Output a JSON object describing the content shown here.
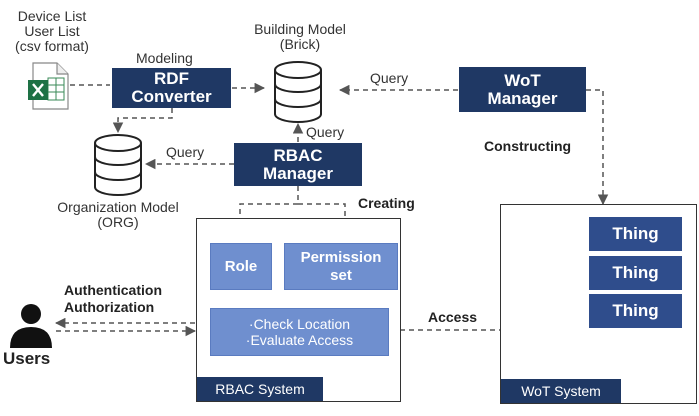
{
  "device_list": {
    "lines": [
      "Device List",
      "User List",
      "(csv format)"
    ],
    "icon": "excel-file-icon",
    "brand_color": "#1e7145"
  },
  "modeling_label": "Modeling",
  "rdf_converter": {
    "lines": [
      "RDF",
      "Converter"
    ]
  },
  "building_model": {
    "lines": [
      "Building Model",
      "(Brick)"
    ],
    "icon": "database-icon"
  },
  "wot_manager": {
    "lines": [
      "WoT",
      "Manager"
    ]
  },
  "rbac_manager": {
    "lines": [
      "RBAC",
      "Manager"
    ]
  },
  "organization_model": {
    "lines": [
      "Organization Model",
      "(ORG)"
    ],
    "icon": "database-icon"
  },
  "edges": {
    "query_wot": "Query",
    "query_rbac": "Query",
    "query_org": "Query",
    "constructing": "Constructing",
    "creating": "Creating",
    "auth_lines": [
      "Authentication",
      "Authorization"
    ],
    "access": "Access"
  },
  "rbac_system": {
    "label": "RBAC System",
    "role": "Role",
    "permission_set": [
      "Permission",
      "set"
    ],
    "checks": [
      "·Check Location",
      "·Evaluate Access"
    ]
  },
  "wot_system": {
    "label": "WoT System",
    "things": [
      "Thing",
      "Thing",
      "Thing"
    ]
  },
  "users": {
    "label": "Users",
    "icon": "user-icon"
  },
  "colors": {
    "navy": "#1f3864",
    "thing_blue": "#2f4d8c",
    "light_blue": "#6f8fcf",
    "arrow_gray": "#555555"
  }
}
